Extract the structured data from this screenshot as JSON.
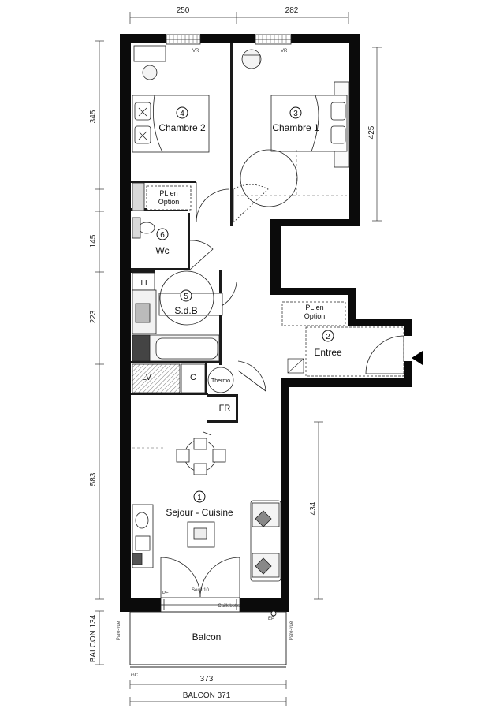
{
  "rooms": [
    {
      "number": "1",
      "name": "Sejour - Cuisine"
    },
    {
      "number": "2",
      "name": "Entree"
    },
    {
      "number": "3",
      "name": "Chambre 1"
    },
    {
      "number": "4",
      "name": "Chambre 2"
    },
    {
      "number": "5",
      "name": "S.d.B"
    },
    {
      "number": "6",
      "name": "Wc"
    }
  ],
  "fixtures": {
    "ll": "LL",
    "lv": "LV",
    "c": "C",
    "thermo": "Thermo",
    "fr": "FR",
    "pl_line1": "PL en",
    "pl_line2": "Option",
    "seuil": "Seuil 10",
    "pf": "PF",
    "caillebotis": "Caillebotis",
    "ep": "EP",
    "gc": "GC",
    "pare_vue": "Pare-vue",
    "vr": "VR"
  },
  "balcony": {
    "label": "Balcon"
  },
  "dimensions": {
    "top_left": "250",
    "top_right": "282",
    "left_1": "345",
    "left_2": "145",
    "left_3": "223",
    "left_4": "583",
    "left_balcony": "BALCON 134",
    "right_bedroom": "425",
    "right_living": "434",
    "bottom_1": "373",
    "bottom_2": "BALCON 371"
  }
}
